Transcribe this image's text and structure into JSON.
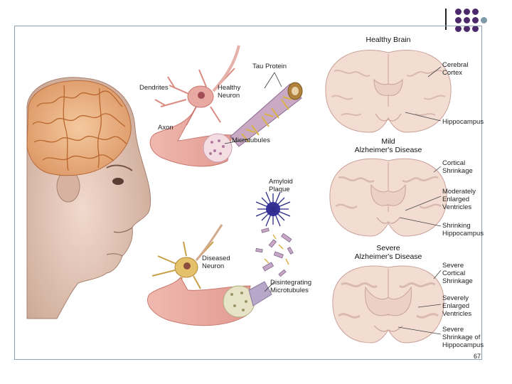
{
  "labels": {
    "dendrites": "Dendrites",
    "healthy_neuron": "Healthy\nNeuron",
    "axon": "Axon",
    "tau_protein": "Tau Protein",
    "microtubules": "Microtubules",
    "amyloid_plaque": "Amyloid\nPlaque",
    "diseased_neuron": "Diseased\nNeuron",
    "disintegrating_microtubules": "Disintegrating\nMicrotubules"
  },
  "brains": {
    "healthy": {
      "title": "Healthy Brain",
      "callouts": [
        "Cerebral\nCortex",
        "Hippocampus"
      ]
    },
    "mild": {
      "title": "Mild\nAlzheimer's Disease",
      "callouts": [
        "Cortical\nShrinkage",
        "Moderately\nEnlarged\nVentricles",
        "Shrinking\nHippocampus"
      ]
    },
    "severe": {
      "title": "Severe\nAlzheimer's Disease",
      "callouts": [
        "Severe\nCortical\nShrinkage",
        "Severely\nEnlarged\nVentricles",
        "Severe\nShrinkage of\nHippocampus"
      ]
    }
  },
  "page_number": "67",
  "colors": {
    "frame": "#8a9fb0",
    "brand_dot": "#4b2a6b",
    "accent_dot": "#7d9aa6",
    "brain_tissue": "#f3ddd3",
    "neuron": "#e7a9a1"
  }
}
